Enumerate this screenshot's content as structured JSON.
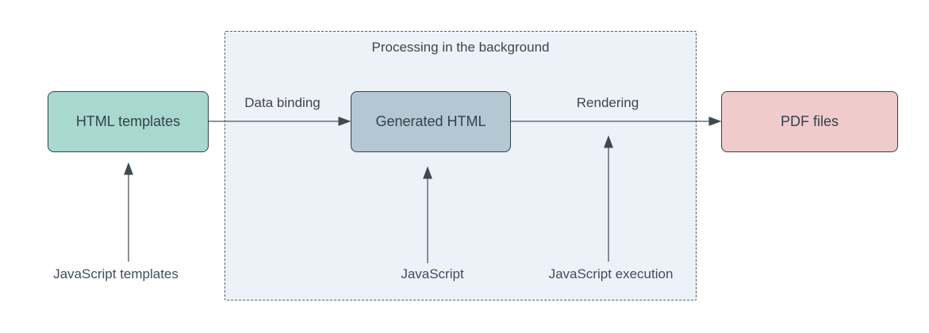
{
  "diagram": {
    "container": {
      "title": "Processing in the background",
      "fill": "#edf2f9",
      "border_color": "#565d66"
    },
    "nodes": [
      {
        "id": "html-templates",
        "label": "HTML templates",
        "fill": "#a8d8ce",
        "stroke": "#31404a"
      },
      {
        "id": "generated-html",
        "label": "Generated HTML",
        "fill": "#b3c8d3",
        "stroke": "#31404a"
      },
      {
        "id": "pdf-files",
        "label": "PDF files",
        "fill": "#f0cbcb",
        "stroke": "#31404a"
      }
    ],
    "edges": [
      {
        "id": "data-binding",
        "label": "Data binding",
        "from": "HTML templates",
        "to": "Generated HTML"
      },
      {
        "id": "rendering",
        "label": "Rendering",
        "from": "Generated HTML",
        "to": "PDF files"
      }
    ],
    "annotations": [
      {
        "id": "javascript-templates",
        "label": "JavaScript templates",
        "points_to": "HTML templates"
      },
      {
        "id": "javascript",
        "label": "JavaScript",
        "points_to": "Generated HTML"
      },
      {
        "id": "javascript-execution",
        "label": "JavaScript execution",
        "points_to": "Rendering edge"
      }
    ],
    "arrow_color": "#3e4852",
    "text_color": "#3b4452"
  }
}
